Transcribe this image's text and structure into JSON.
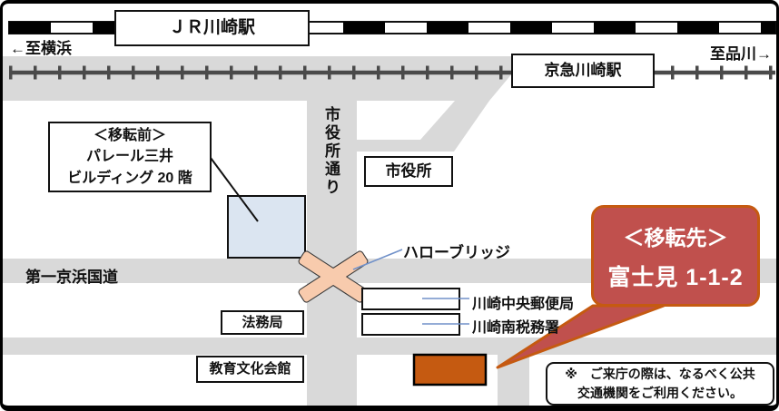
{
  "stations": {
    "jr": "ＪＲ川崎駅",
    "keikyu": "京急川崎駅"
  },
  "directions": {
    "to_yokohama": "←至横浜",
    "to_shinagawa": "至品川→"
  },
  "roads": {
    "shiyakusho_dori": "市役所通り",
    "daiichi_keihin": "第一京浜国道"
  },
  "places": {
    "city_hall": "市役所",
    "hello_bridge": "ハローブリッジ",
    "central_post_office": "川崎中央郵便局",
    "south_tax_office": "川崎南税務署",
    "legal_affairs_bureau": "法務局",
    "education_culture_hall": "教育文化会館"
  },
  "old_location": {
    "line1": "＜移転前＞",
    "line2": "パレール三井",
    "line3": "ビルディング 20 階"
  },
  "new_location": {
    "line1": "＜移転先＞",
    "line2": "富士見 1-1-2"
  },
  "note": {
    "line1": "※　ご来庁の際は、なるべく公共",
    "line2": "交通機関をご利用ください。"
  },
  "colors": {
    "road": "#D9D9D9",
    "rail": "#4A4A4A",
    "ink": "#111111",
    "bridge": "#F8CBAD",
    "bridge-line": "#3A3A3A",
    "target": "#C55A11",
    "callout-fill": "#C0504D",
    "callout-border": "#C55A11",
    "old-fill": "#DBE5F1",
    "connector": "#7191C9"
  }
}
